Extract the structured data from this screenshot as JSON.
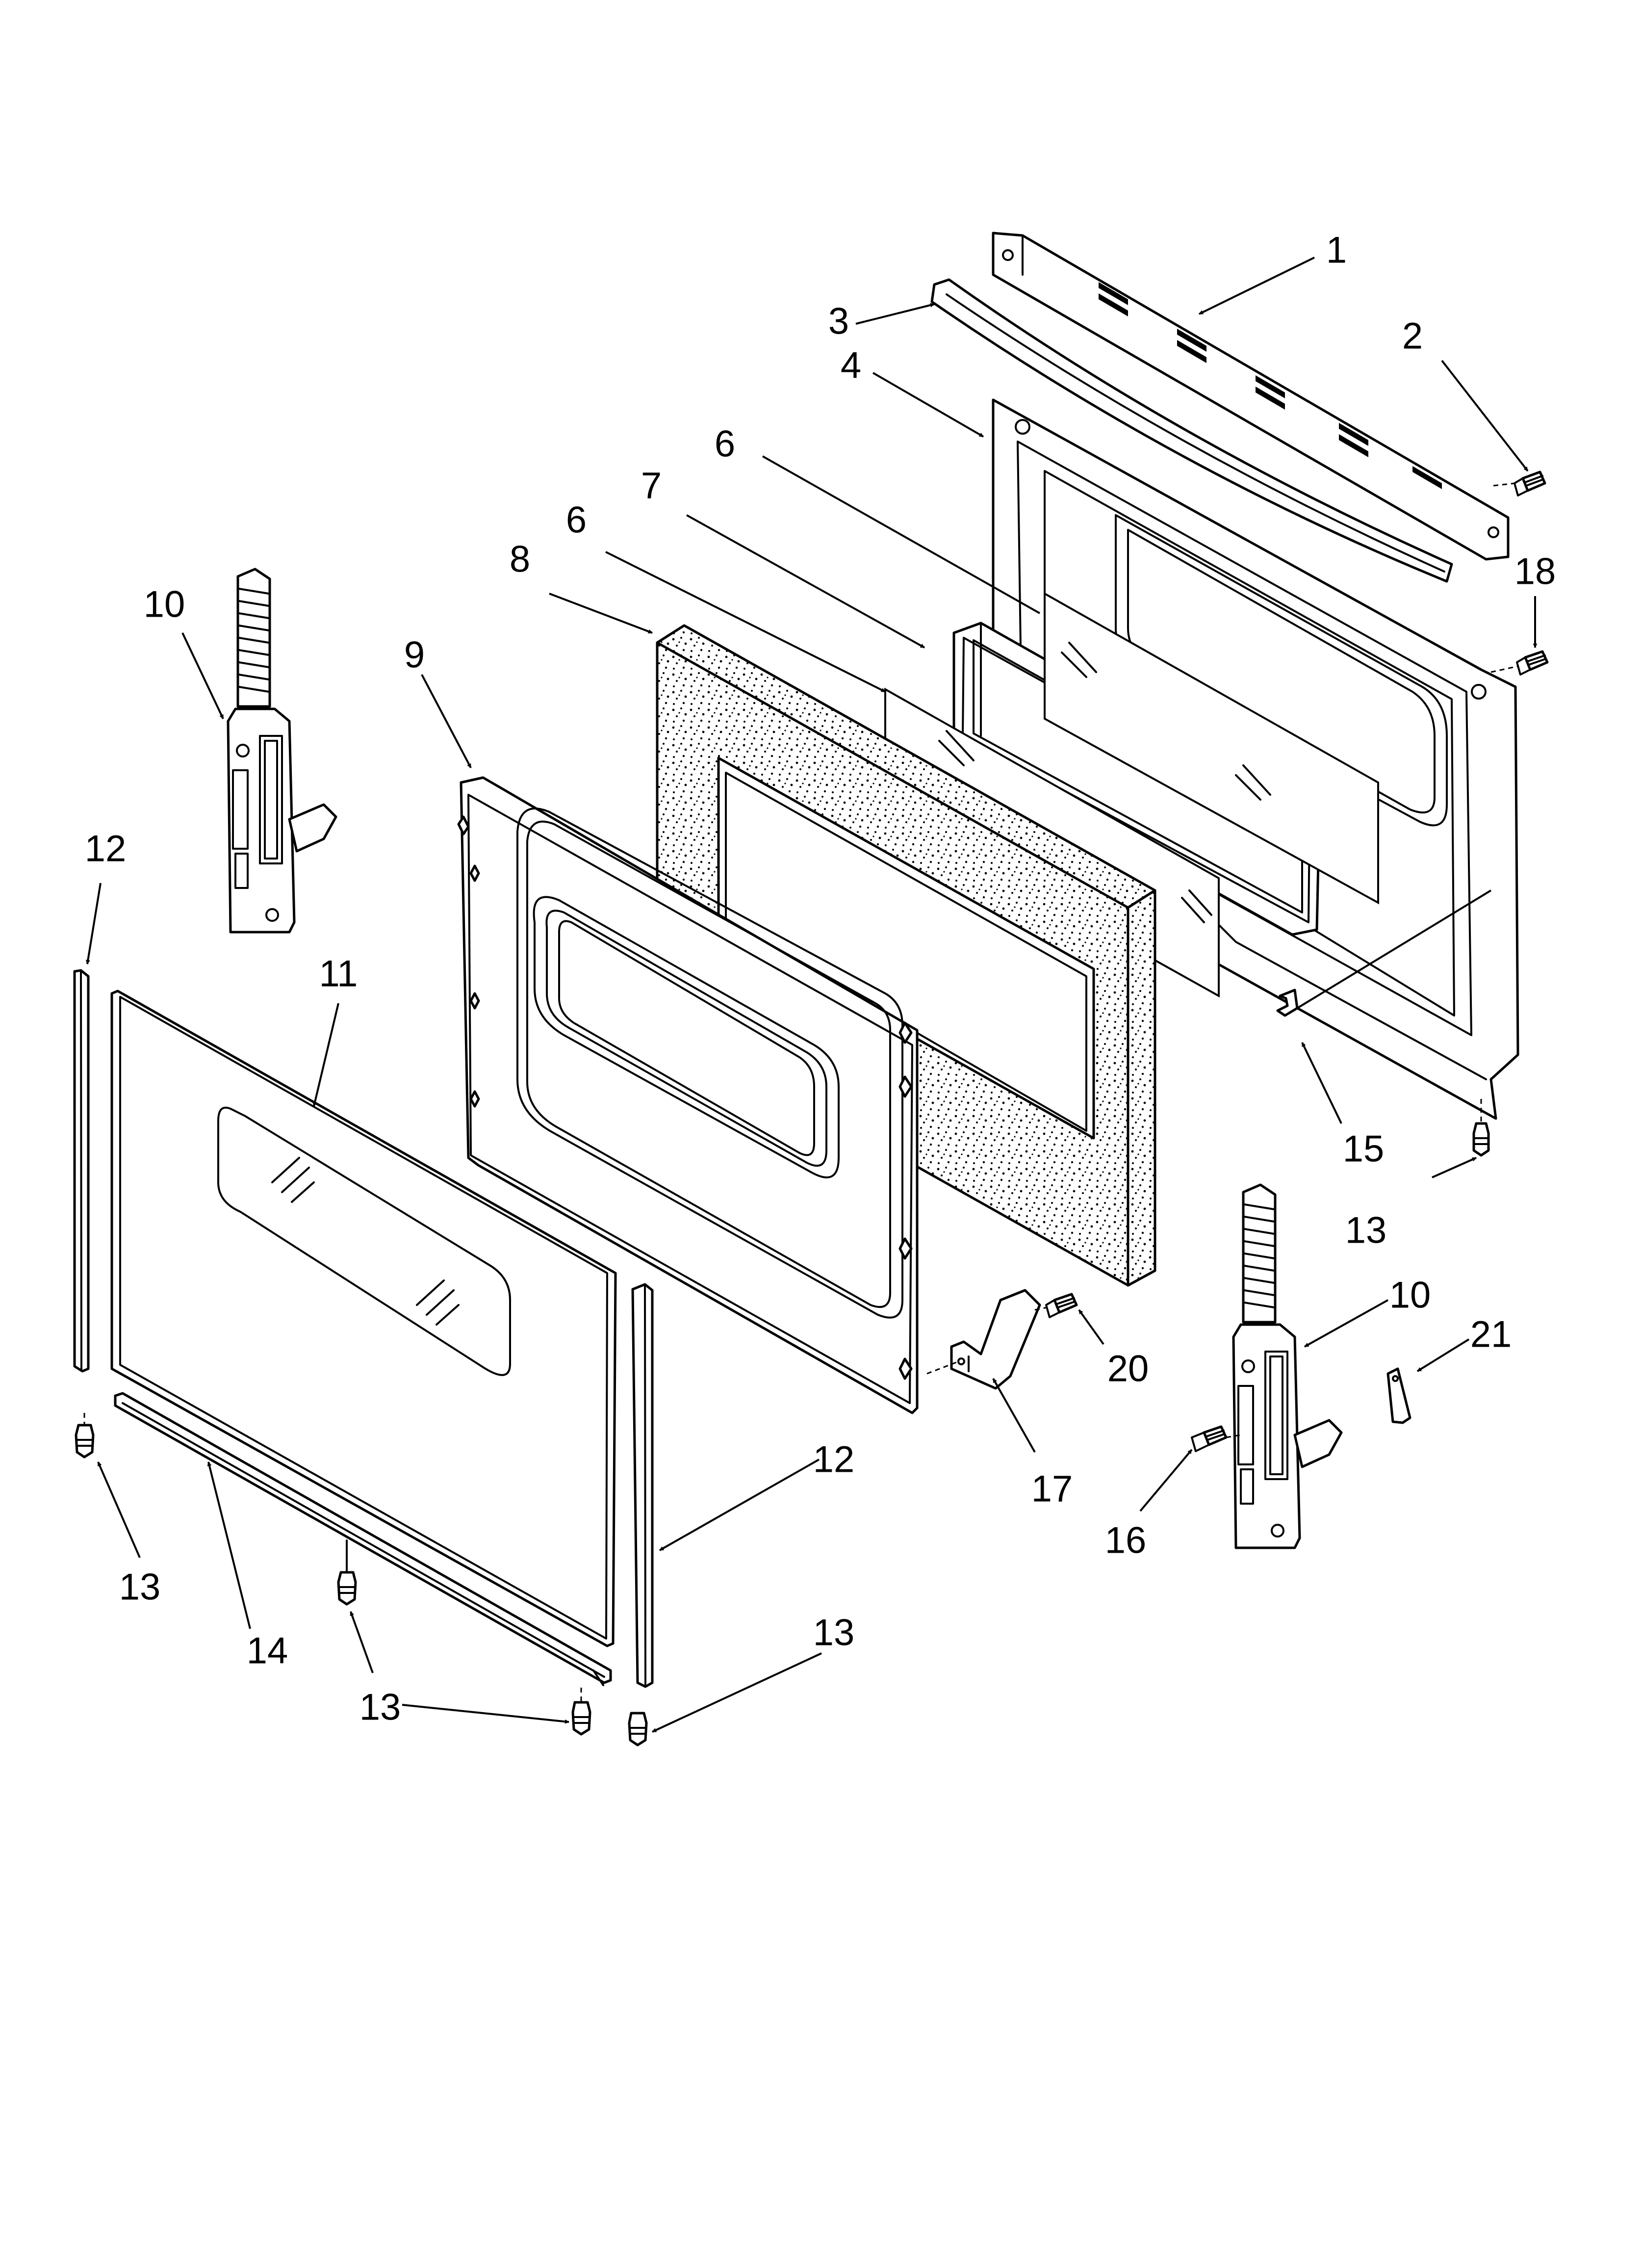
{
  "callouts": [
    {
      "id": "c1",
      "label": "1"
    },
    {
      "id": "c2",
      "label": "2"
    },
    {
      "id": "c3",
      "label": "3"
    },
    {
      "id": "c4",
      "label": "4"
    },
    {
      "id": "c6a",
      "label": "6"
    },
    {
      "id": "c7",
      "label": "7"
    },
    {
      "id": "c6b",
      "label": "6"
    },
    {
      "id": "c8",
      "label": "8"
    },
    {
      "id": "c18",
      "label": "18"
    },
    {
      "id": "c10a",
      "label": "10"
    },
    {
      "id": "c9",
      "label": "9"
    },
    {
      "id": "c12a",
      "label": "12"
    },
    {
      "id": "c11",
      "label": "11"
    },
    {
      "id": "c15",
      "label": "15"
    },
    {
      "id": "c13a",
      "label": "13"
    },
    {
      "id": "c10b",
      "label": "10"
    },
    {
      "id": "c21",
      "label": "21"
    },
    {
      "id": "c20",
      "label": "20"
    },
    {
      "id": "c12b",
      "label": "12"
    },
    {
      "id": "c17",
      "label": "17"
    },
    {
      "id": "c16",
      "label": "16"
    },
    {
      "id": "c13b",
      "label": "13"
    },
    {
      "id": "c13c",
      "label": "13"
    },
    {
      "id": "c14",
      "label": "14"
    },
    {
      "id": "c13d",
      "label": "13"
    }
  ]
}
